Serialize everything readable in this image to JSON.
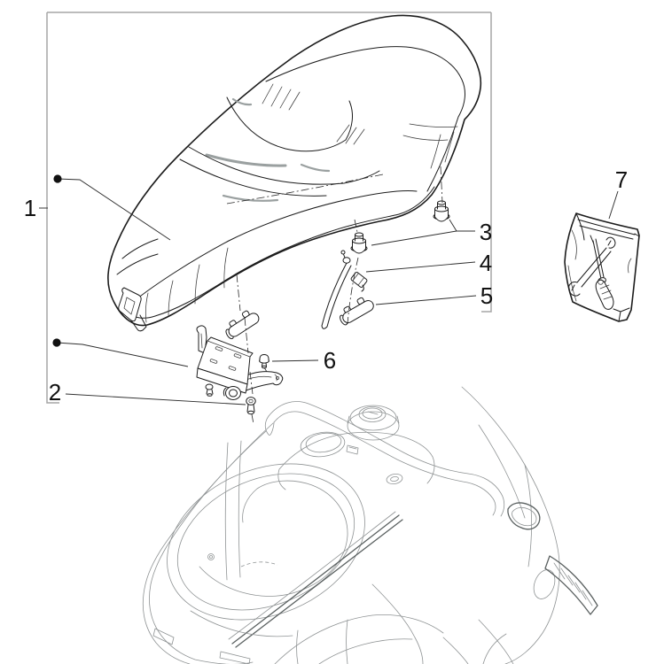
{
  "diagram": {
    "callouts": [
      {
        "label": "1"
      },
      {
        "label": "2"
      },
      {
        "label": "3"
      },
      {
        "label": "4"
      },
      {
        "label": "5"
      },
      {
        "label": "6"
      },
      {
        "label": "7"
      }
    ],
    "bullet_marker_count": 2,
    "colors": {
      "background": "#ffffff",
      "line": "#1c1c1c",
      "line_light": "#8f9394",
      "accent_gray": "#9aa0a0",
      "frame": "#a5a5a5",
      "leader": "#2f2f2f",
      "label": "#111111"
    }
  }
}
